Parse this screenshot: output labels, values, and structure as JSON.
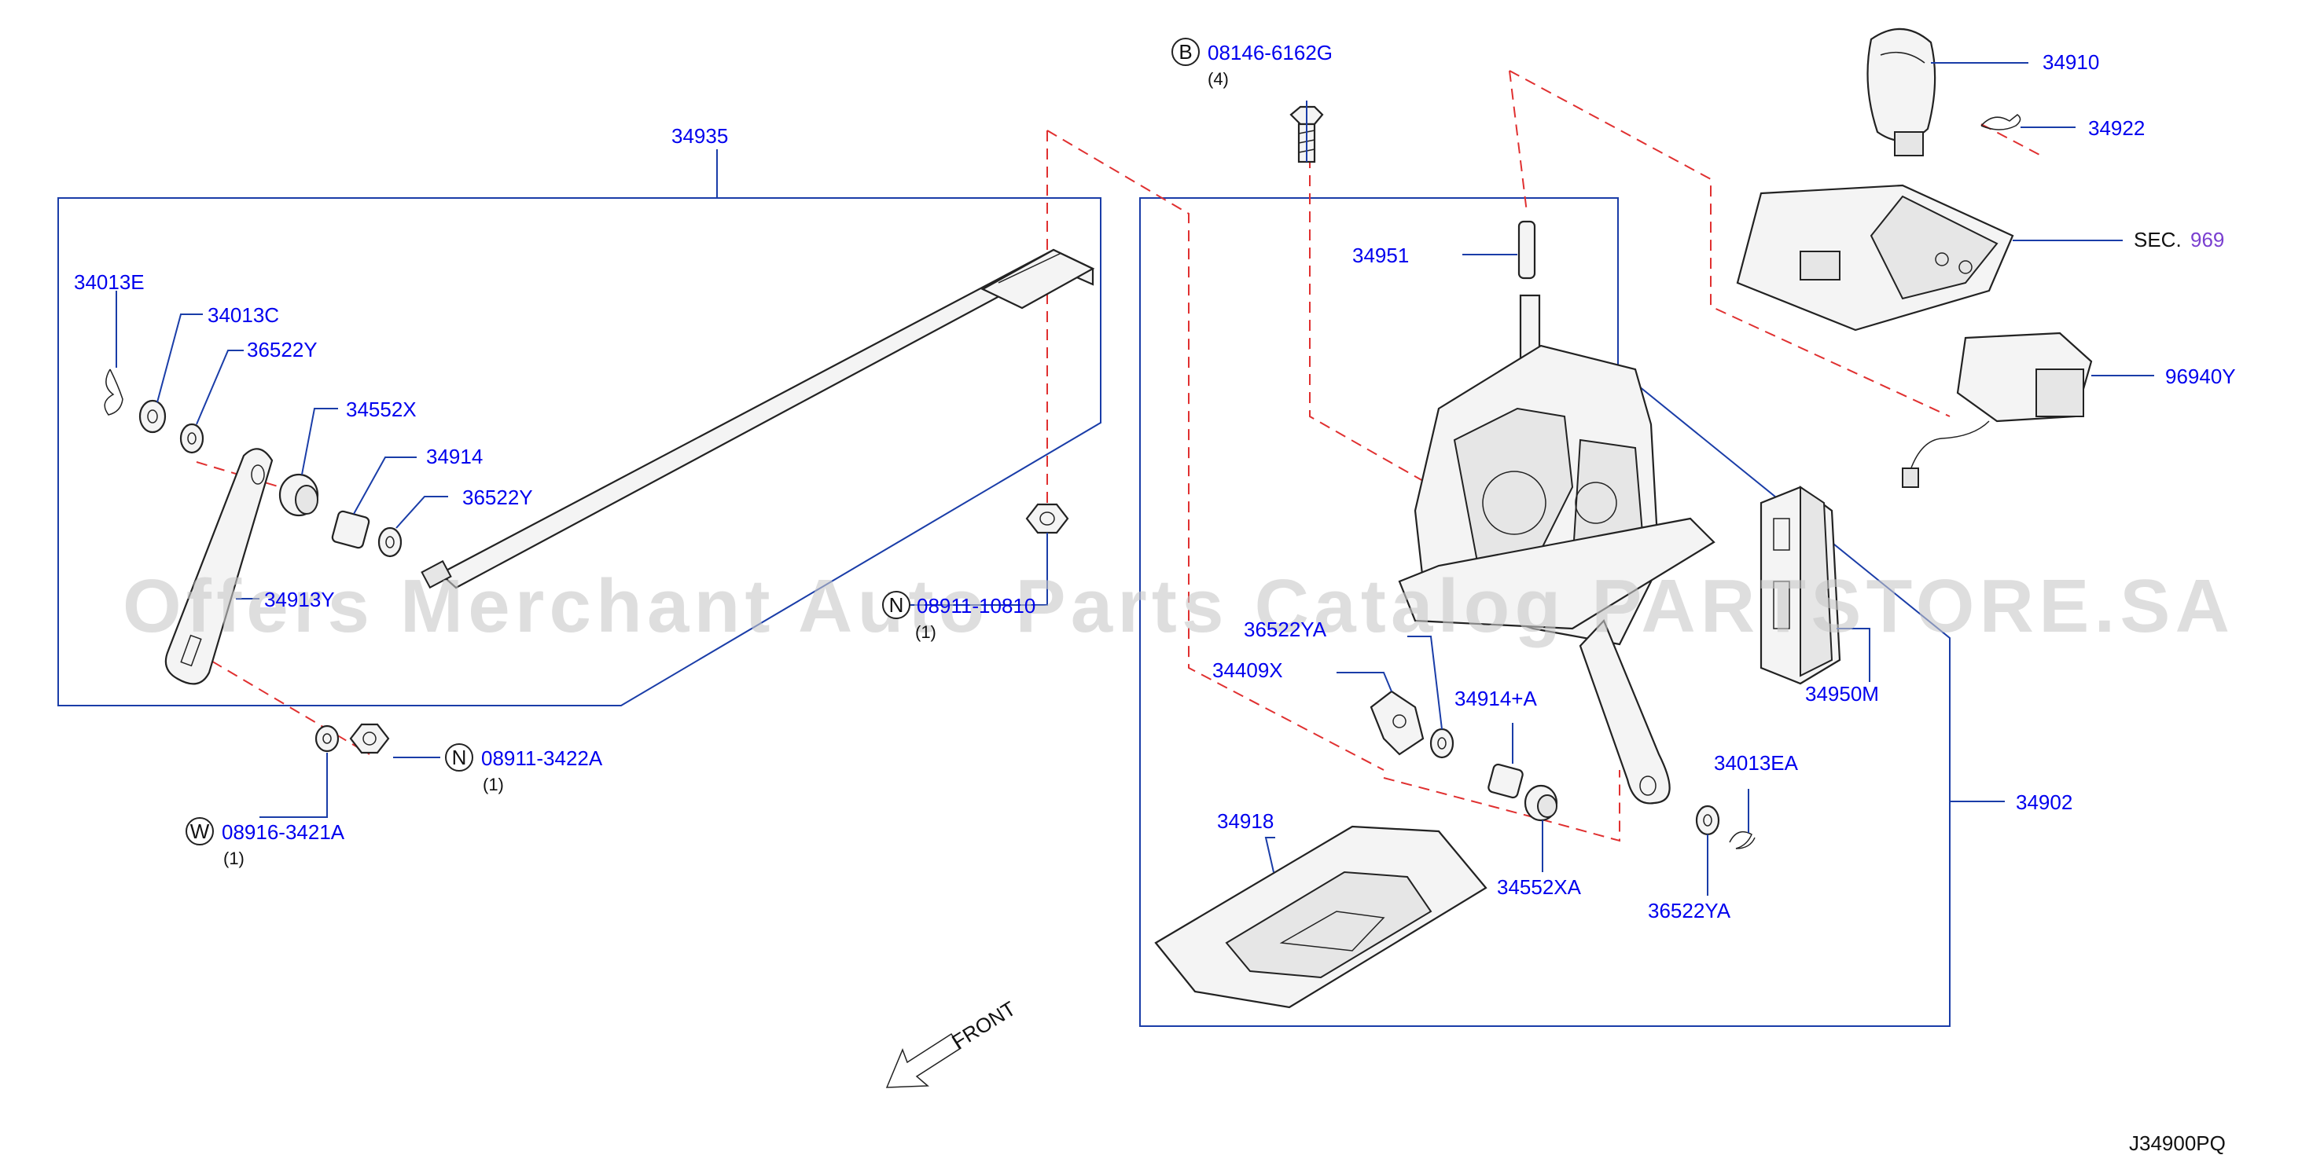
{
  "diagram_code": "J34900PQ",
  "watermark": "Offers Merchant Auto Parts Catalog PARTSTORE.SA",
  "front_label": "FRONT",
  "colors": {
    "label": "#0000ee",
    "leader": "#1a3da8",
    "hidden_line": "#e03030",
    "sec_number": "#7a3fd0"
  },
  "parts": {
    "p34935": "34935",
    "p34013E": "34013E",
    "p34013C": "34013C",
    "p36522Y_a": "36522Y",
    "p34552X": "34552X",
    "p34914": "34914",
    "p36522Y_b": "36522Y",
    "p3491xY": "34913Y",
    "n_nut_right": "08911-10810",
    "n_nut_right_qty": "(1)",
    "n_nut_left": "08911-3422A",
    "n_nut_left_qty": "(1)",
    "w_washer": "08916-3421A",
    "w_washer_qty": "(1)",
    "b_bolt": "08146-6162G",
    "b_bolt_qty": "(4)",
    "p34951": "34951",
    "p36522YA_a": "36522YA",
    "p34409X": "34409X",
    "p34914A": "34914+A",
    "p34552XA": "34552XA",
    "p36522YA_b": "36522YA",
    "p34013EA": "34013EA",
    "p34918": "34918",
    "p34902": "34902",
    "p34950M": "34950M",
    "p34910": "34910",
    "p34922": "34922",
    "sec_prefix": "SEC.",
    "sec_number": "969",
    "p96940Y": "96940Y"
  },
  "circle_letters": {
    "n1": "N",
    "n2": "N",
    "w": "W",
    "b": "B"
  }
}
